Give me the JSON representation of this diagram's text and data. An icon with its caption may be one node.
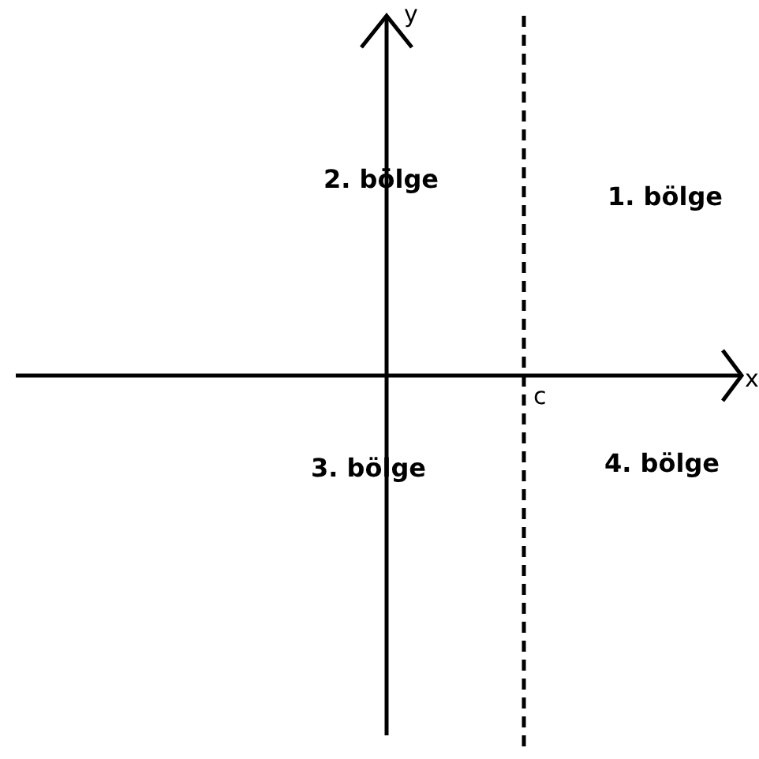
{
  "diagram": {
    "labels": [
      "y",
      "2. bölge",
      "1. bölge",
      "c",
      "x",
      "3. bölge",
      "4. bölge"
    ]
  }
}
